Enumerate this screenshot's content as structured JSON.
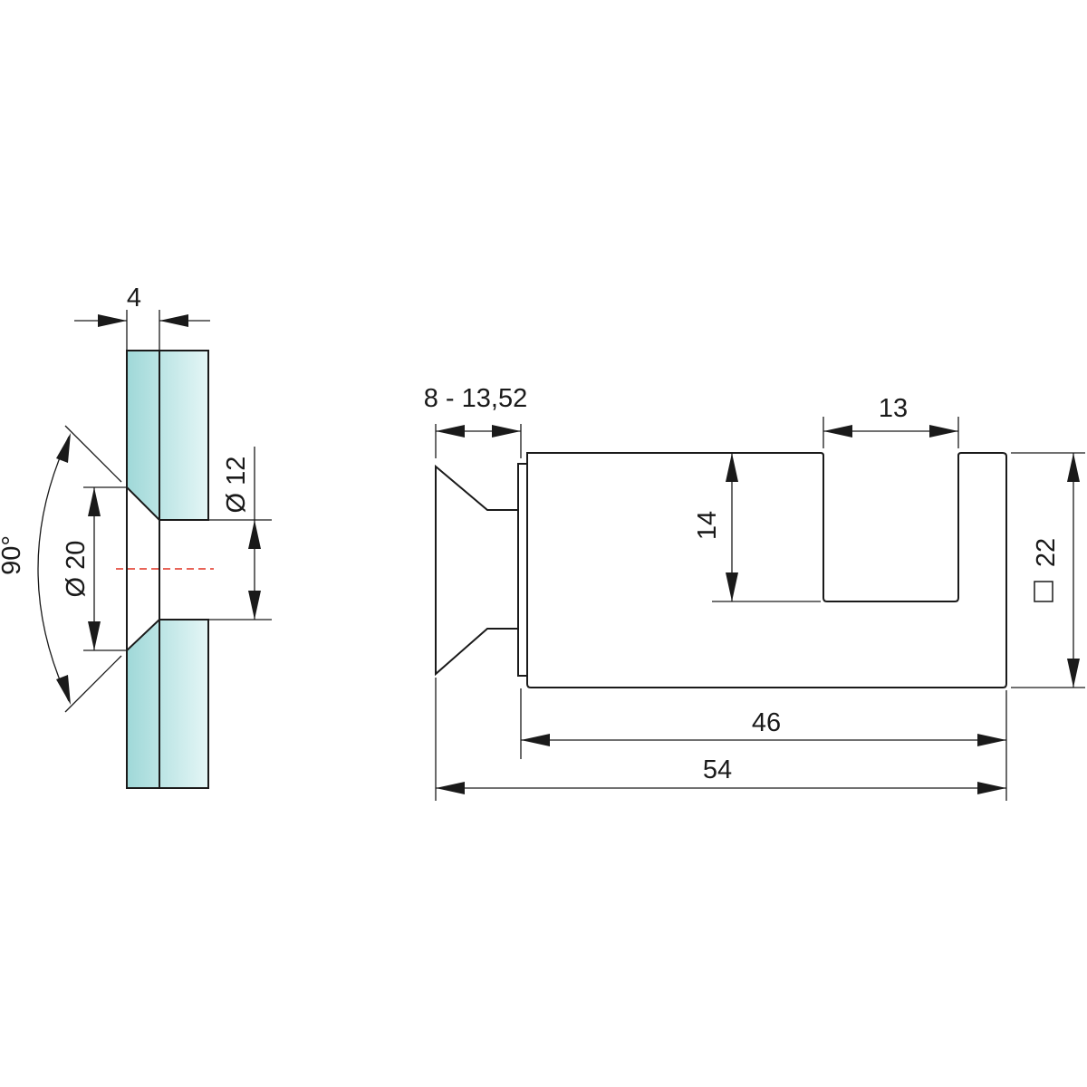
{
  "dimensions": {
    "glass_thickness": "4",
    "hole_diameter": "Ø 12",
    "countersink_diameter": "Ø 20",
    "countersink_angle": "90°",
    "glass_range": "8 - 13,52",
    "slot_width": "13",
    "slot_depth": "14",
    "body_square": "22",
    "body_length": "46",
    "overall_length": "54"
  },
  "colors": {
    "glass_dark": "#9fd8d8",
    "glass_light": "#e4f6f6",
    "centerline": "#e03020"
  }
}
